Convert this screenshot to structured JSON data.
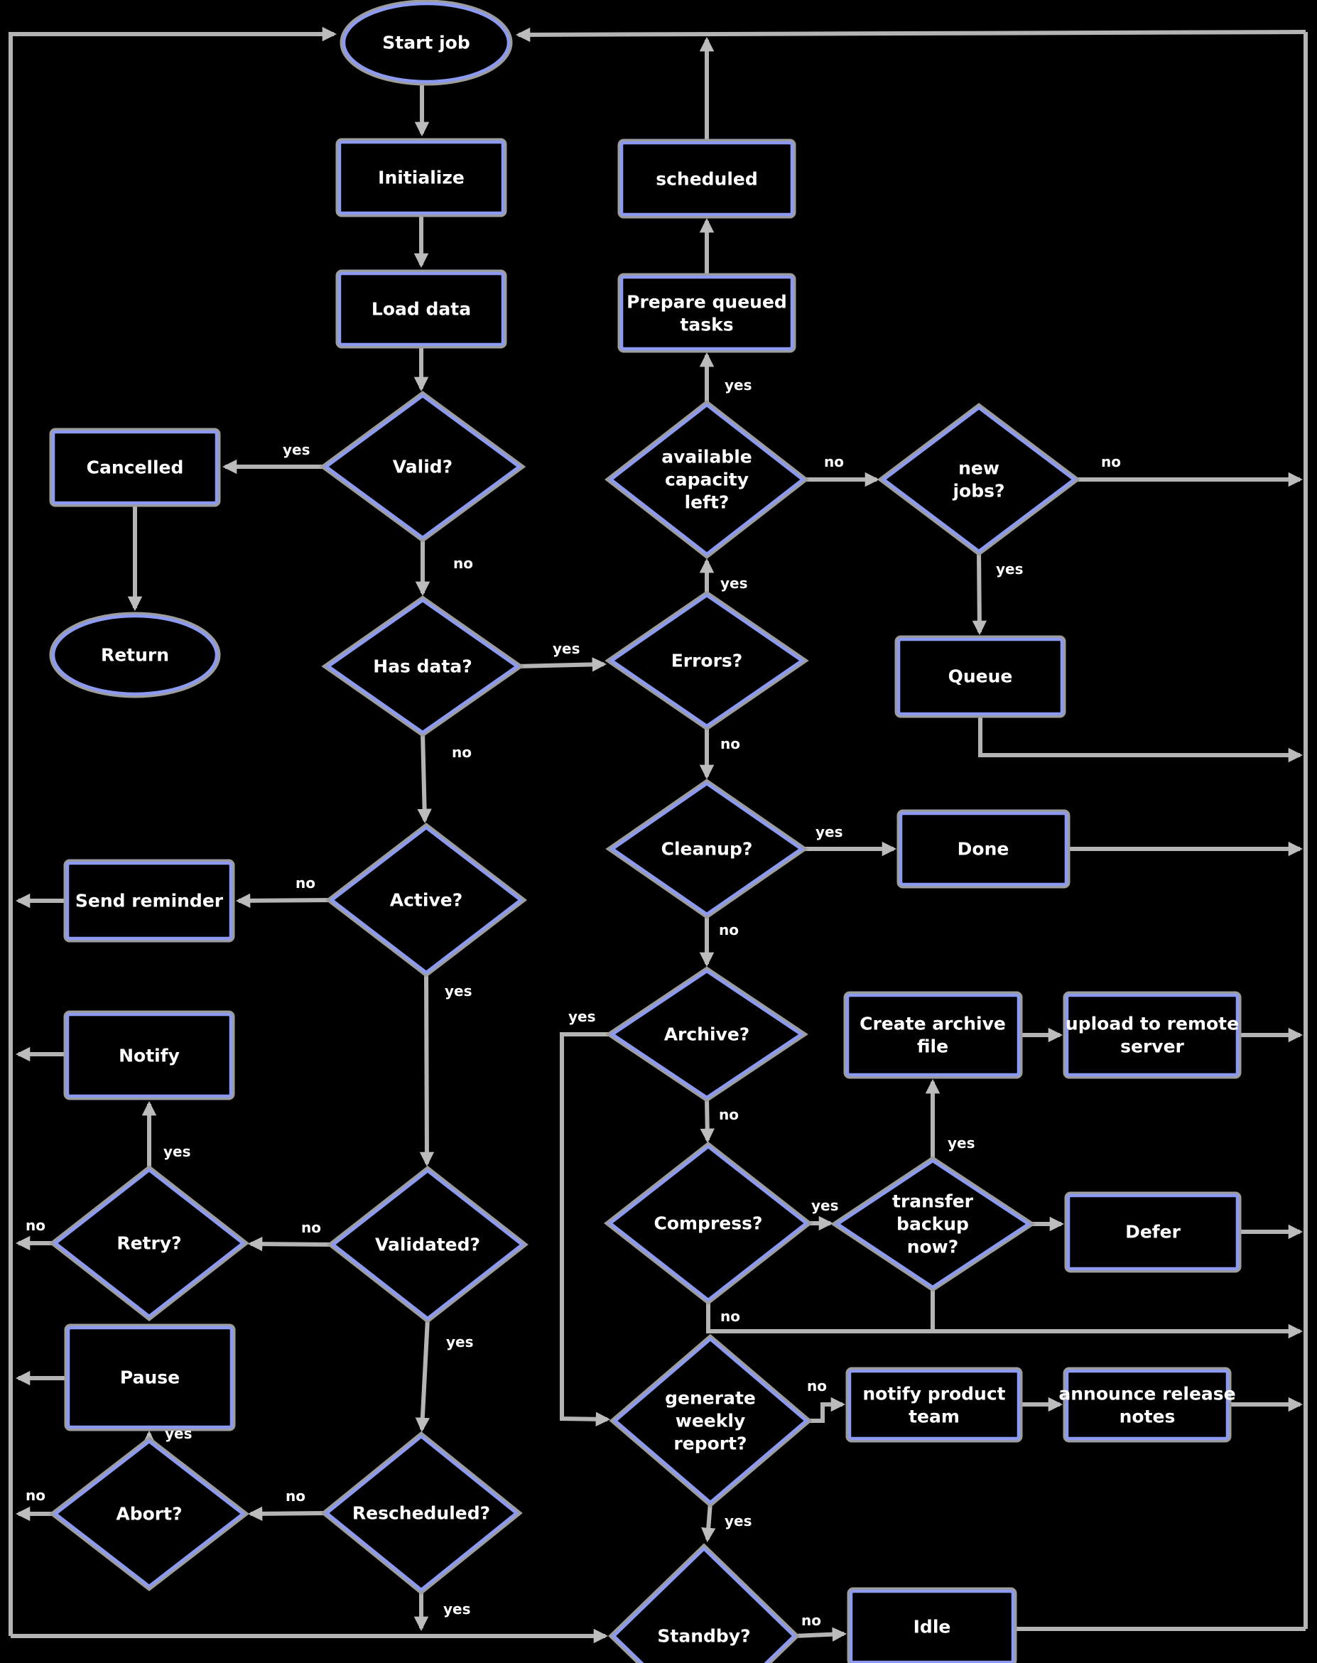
{
  "colors": {
    "background": "#000000",
    "node_border": "#8c9af2",
    "node_outline": "#9d9d9d",
    "connector": "#b4b4b4",
    "text": "#ffffff"
  },
  "nodes": {
    "start": {
      "label": "Start job"
    },
    "a1": {
      "label": "Initialize"
    },
    "a2": {
      "label": "Load data"
    },
    "d1": {
      "label": "Valid?"
    },
    "l1": {
      "label": "Cancelled"
    },
    "l2": {
      "label": "Return"
    },
    "d2": {
      "label": "Has data?"
    },
    "d3": {
      "label": "Active?"
    },
    "l3": {
      "label": "Send reminder"
    },
    "l4": {
      "label": "Notify"
    },
    "l5": {
      "label": "Retry?"
    },
    "l6": {
      "label": "Pause"
    },
    "l7": {
      "label": "Abort?"
    },
    "d4": {
      "label": "Validated?"
    },
    "d5": {
      "label": "Rescheduled?"
    },
    "r1": {
      "label": "scheduled"
    },
    "r2": {
      "lines": [
        "Prepare queued",
        "tasks"
      ]
    },
    "r3": {
      "lines": [
        "available",
        "capacity",
        "left?"
      ]
    },
    "r4": {
      "lines": [
        "new",
        "jobs?"
      ]
    },
    "r5": {
      "label": "Errors?"
    },
    "r6": {
      "label": "Queue"
    },
    "r7": {
      "label": "Cleanup?"
    },
    "r8": {
      "label": "Done"
    },
    "rb": {
      "label": "Archive?"
    },
    "r9": {
      "label": "Compress?"
    },
    "rd10": {
      "lines": [
        "transfer",
        "backup",
        "now?"
      ]
    },
    "rd10box": {
      "label": "Defer"
    },
    "boxa_l": {
      "lines": [
        "Create archive",
        "file"
      ]
    },
    "boxa_r": {
      "lines": [
        "upload to remote",
        "server"
      ]
    },
    "r11": {
      "lines": [
        "generate",
        "weekly",
        "report?"
      ]
    },
    "r11box_l": {
      "lines": [
        "notify product",
        "team"
      ]
    },
    "r11box_r": {
      "lines": [
        "announce release",
        "notes"
      ]
    },
    "r12": {
      "label": "Standby?"
    },
    "r13": {
      "label": "Idle"
    }
  },
  "edge_labels": {
    "d1_l1": "yes",
    "d1_d2": "no",
    "d2_r5": "yes",
    "d2_d3": "no",
    "d3_l3": "no",
    "d3_d4": "yes",
    "d4_l5": "no",
    "d4_d5": "yes",
    "d5_l7": "no",
    "d5_down": "yes",
    "l5_l4": "yes",
    "l5_left": "no",
    "l7_l6": "yes",
    "l7_left": "no",
    "r5_r3": "yes",
    "r5_r7": "no",
    "r3_up": "yes",
    "r3_r4": "no",
    "r4_right": "no",
    "r4_r6": "yes",
    "r7_r8": "yes",
    "r7_rb": "no",
    "rb_r11": "yes",
    "rb_r9": "no",
    "r9_rd10": "yes",
    "r9_down": "no",
    "rd10_up": "yes",
    "r11_box": "no",
    "r11_r12": "yes",
    "r12_r13": "no"
  }
}
